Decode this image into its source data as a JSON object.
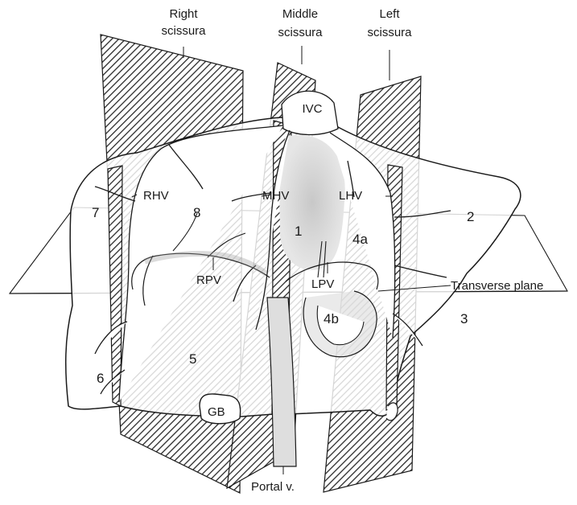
{
  "scissurae": {
    "right": [
      "Right",
      "scissura"
    ],
    "middle": [
      "Middle",
      "scissura"
    ],
    "left": [
      "Left",
      "scissura"
    ]
  },
  "veins": {
    "ivc": "IVC",
    "rhv": "RHV",
    "mhv": "MHV",
    "lhv": "LHV",
    "rpv": "RPV",
    "lpv": "LPV",
    "portal": "Portal v."
  },
  "structures": {
    "gallbladder": "GB",
    "transverse_plane": "Transverse plane"
  },
  "segments": [
    "1",
    "2",
    "3",
    "4a",
    "4b",
    "5",
    "6",
    "7",
    "8"
  ]
}
